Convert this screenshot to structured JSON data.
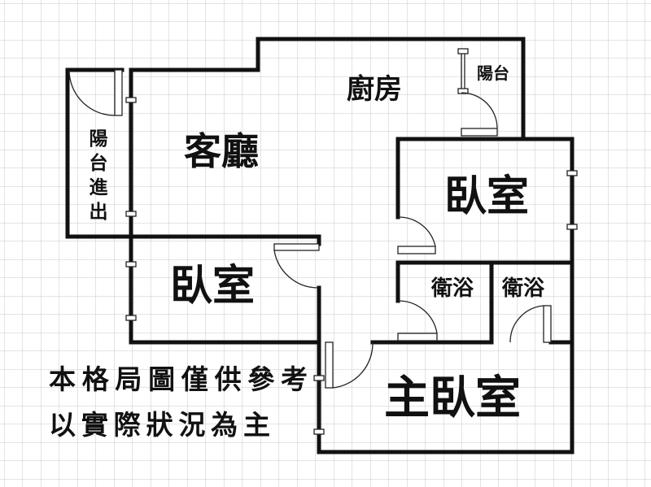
{
  "rooms": {
    "living_room": "客廳",
    "kitchen": "廚房",
    "kitchen_balcony": "陽台",
    "balcony_access": [
      "陽",
      "台",
      "進",
      "出"
    ],
    "bedroom_right": "臥室",
    "bedroom_left": "臥室",
    "bathroom_1": "衛浴",
    "bathroom_2": "衛浴",
    "master_bedroom": "主臥室"
  },
  "notes": {
    "line1": "本格局圖僅供參考",
    "line2": "以實際狀況為主"
  },
  "colors": {
    "wall": "#111111",
    "grid": "#cccccc"
  }
}
